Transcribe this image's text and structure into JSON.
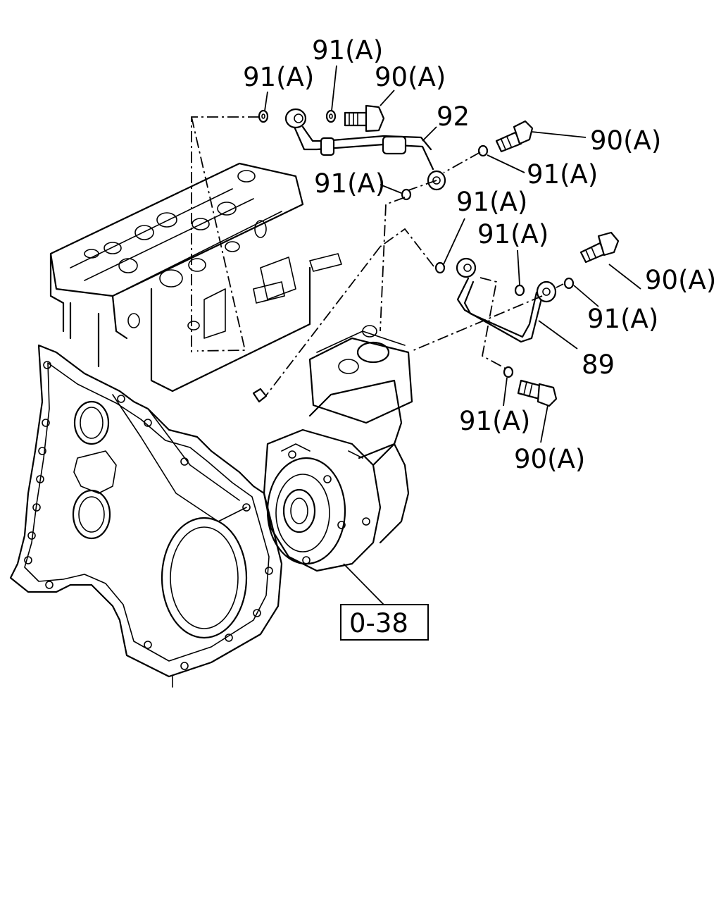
{
  "callouts": {
    "c1": "91(A)",
    "c2": "91(A)",
    "c3": "90(A)",
    "c4": "92",
    "c5": "90(A)",
    "c6": "91(A)",
    "c7": "91(A)",
    "c8": "91(A)",
    "c9": "91(A)",
    "c10": "90(A)",
    "c11": "91(A)",
    "c12": "89",
    "c13": "91(A)",
    "c14": "90(A)"
  },
  "reference_box": "0-38"
}
